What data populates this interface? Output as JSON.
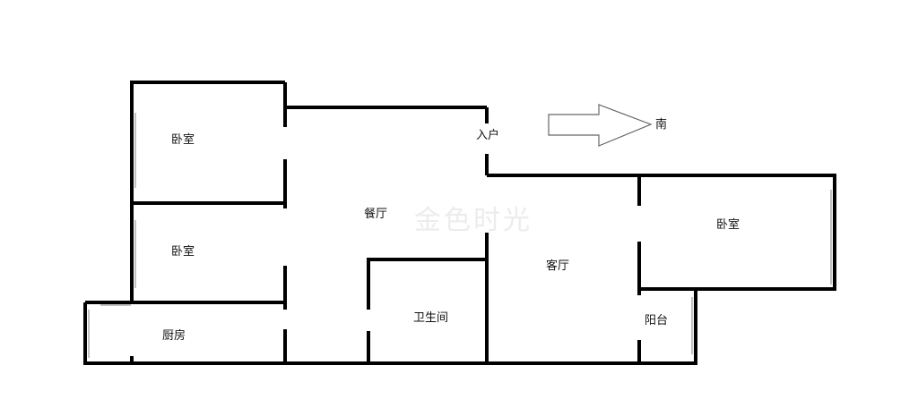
{
  "rooms": {
    "bedroom_top_left": "卧室",
    "bedroom_mid_left": "卧室",
    "kitchen": "厨房",
    "dining": "餐厅",
    "entrance": "入户",
    "bathroom": "卫生间",
    "living": "客厅",
    "balcony": "阳台",
    "bedroom_right": "卧室"
  },
  "compass": {
    "label": "南",
    "icon": "right-arrow-icon"
  },
  "watermark": "金色时光"
}
